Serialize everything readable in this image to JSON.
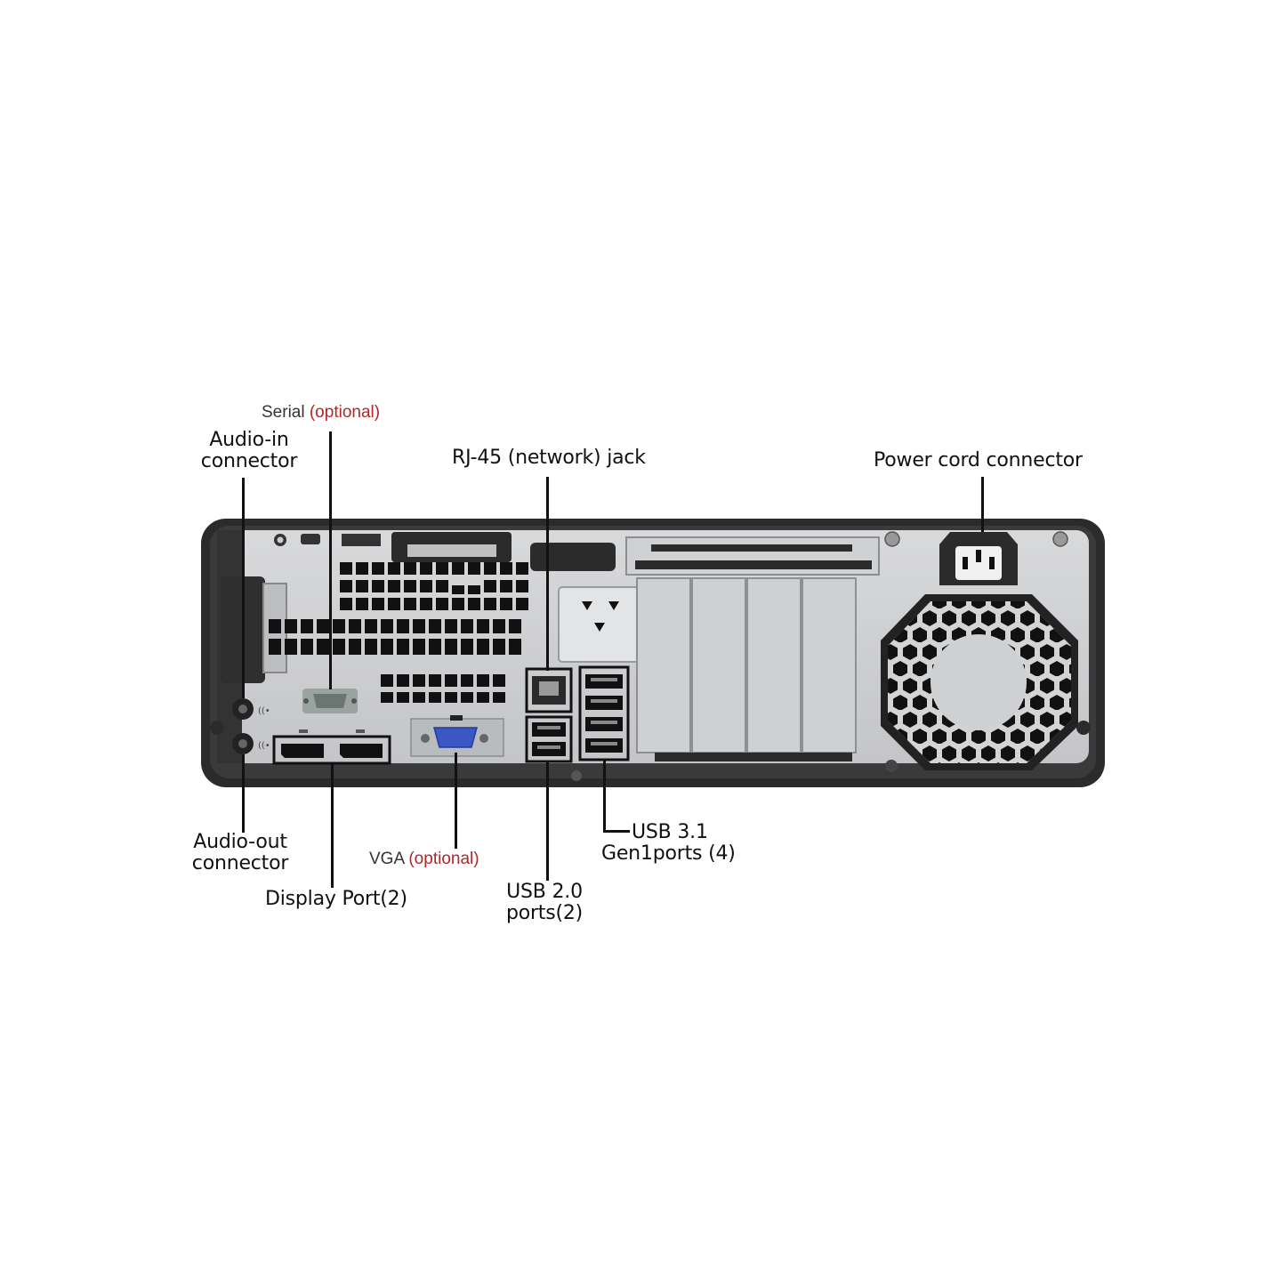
{
  "labels": {
    "serial": {
      "text": "Serial",
      "optional": "(optional)"
    },
    "audio_in": {
      "line1": "Audio-in",
      "line2": "connector"
    },
    "rj45": {
      "text": "RJ-45 (network) jack"
    },
    "power": {
      "text": "Power cord connector"
    },
    "audio_out": {
      "line1": "Audio-out",
      "line2": "connector"
    },
    "vga": {
      "text": "VGA",
      "optional": "(optional)"
    },
    "display_port": {
      "text": "Display Port(2)"
    },
    "usb2": {
      "line1": "USB 2.0",
      "line2": "ports(2)"
    },
    "usb31": {
      "line1": "USB 3.1",
      "line2": "Gen1ports (4)"
    }
  },
  "colors": {
    "chassis": "#2b2b2b",
    "panel": "#cfd0d2",
    "panel_light": "#e3e4e6",
    "vent": "#111111",
    "vga_blue": "#3b57c6",
    "accent_optional": "#b0262a"
  },
  "icons": [
    "audio-in-jack-icon",
    "audio-out-jack-icon",
    "serial-port-icon",
    "vga-port-icon",
    "displayport-icon",
    "rj45-port-icon",
    "usb2-port-icon",
    "usb31-port-icon",
    "power-socket-icon",
    "fan-grille-icon"
  ]
}
